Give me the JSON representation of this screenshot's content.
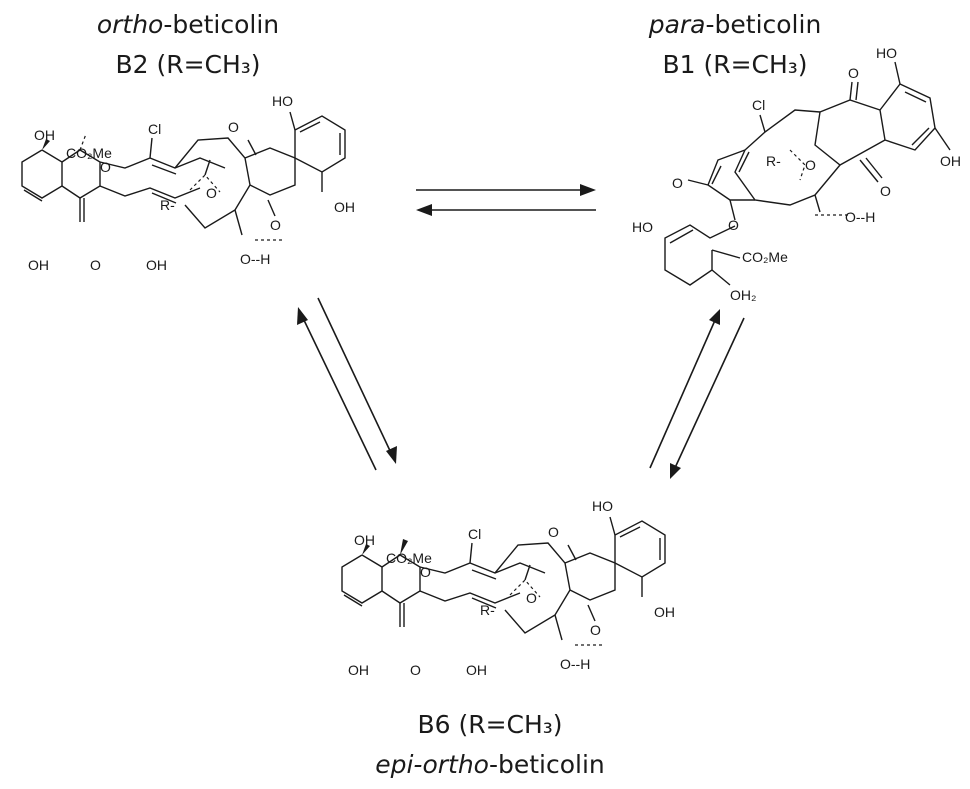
{
  "compounds": [
    {
      "id": "b2",
      "name_italic": "ortho",
      "name_rest": "-beticolin",
      "code_line": "B2 (R=CH₃)",
      "atoms": {
        "oh_top": "HO",
        "oh_right": "OH",
        "oh_left_top": "OH",
        "co2me": "CO₂Me",
        "cl": "Cl",
        "ring_o": "O",
        "quinone_o_top": "O",
        "quinone_o_bottom": "O",
        "epoxide_o": "O",
        "r": "R-",
        "oh_bottom_left": "OH",
        "keto_o": "O",
        "oh_bottom_mid": "OH",
        "hbond": "O--H"
      }
    },
    {
      "id": "b1",
      "name_italic": "para",
      "name_rest": "-beticolin",
      "code_line": "B1 (R=CH₃)",
      "atoms": {
        "ho_top": "HO",
        "quinone_o_top": "O",
        "cl": "Cl",
        "oh_right": "OH",
        "epoxide_o": "O",
        "r": "R-",
        "aldehyde_o": "O",
        "quinone_o_bottom": "O",
        "hbond": "O--H",
        "ether_o": "O",
        "ho_left": "HO",
        "co2me": "CO₂Me",
        "oh2": "OH₂"
      }
    },
    {
      "id": "b6",
      "name_italic": "epi-ortho",
      "name_rest": "-beticolin",
      "code_line": "B6 (R=CH₃)",
      "atoms": {
        "oh_top": "HO",
        "oh_right": "OH",
        "oh_left_top": "OH",
        "co2me": "CO₂Me",
        "cl": "Cl",
        "ring_o": "O",
        "quinone_o_top": "O",
        "quinone_o_bottom": "O",
        "epoxide_o": "O",
        "r": "R-",
        "oh_bottom_left": "OH",
        "keto_o": "O",
        "oh_bottom_mid": "OH",
        "hbond": "O--H"
      }
    }
  ],
  "equilibria": [
    {
      "id": "b2-b1",
      "from": "B2",
      "to": "B1"
    },
    {
      "id": "b2-b6",
      "from": "B2",
      "to": "B6"
    },
    {
      "id": "b1-b6",
      "from": "B1",
      "to": "B6"
    }
  ]
}
